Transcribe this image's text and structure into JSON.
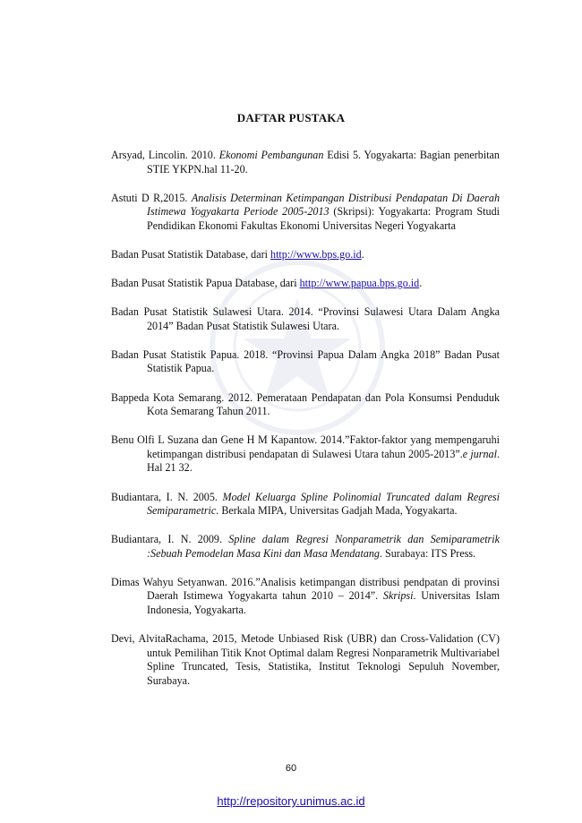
{
  "document": {
    "title": "DAFTAR PUSTAKA",
    "page_number": "60",
    "footer_link": "http://repository.unimus.ac.id"
  },
  "references": [
    {
      "before": "Arsyad, Lincolin. 2010. ",
      "italic": "Ekonomi Pembangunan",
      "after": " Edisi 5. Yogyakarta: Bagian penerbitan STIE YKPN.hal 11-20."
    },
    {
      "before": "Astuti D R,2015. ",
      "italic": "Analisis Determinan Ketimpangan Distribusi Pendapatan Di Daerah Istimewa Yogyakarta Periode 2005-2013",
      "after": " (Skripsi): Yogyakarta: Program Studi Pendidikan Ekonomi Fakultas Ekonomi Universitas Negeri Yogyakarta"
    },
    {
      "before": "Badan Pusat Statistik Database,  dari ",
      "link": "http://www.bps.go.id",
      "after": "."
    },
    {
      "before": "Badan Pusat Statistik Papua Database, dari ",
      "link": "http://www.papua.bps.go.id",
      "after": "."
    },
    {
      "before": "Badan Pusat Statistik Sulawesi Utara. 2014. “Provinsi Sulawesi Utara Dalam Angka 2014” Badan Pusat Statistik Sulawesi Utara."
    },
    {
      "before": "Badan Pusat Statistik Papua. 2018. “Provinsi Papua Dalam Angka 2018” Badan Pusat Statistik Papua."
    },
    {
      "before": "Bappeda Kota Semarang. 2012. Pemerataan Pendapatan dan Pola Konsumsi Penduduk Kota Semarang Tahun 2011."
    },
    {
      "before": "Benu Olfi L Suzana dan Gene H M Kapantow. 2014.”Faktor-faktor yang mempengaruhi ketimpangan distribusi pendapatan di Sulawesi Utara tahun 2005-2013”.",
      "italic": "e jurnal",
      "after": ". Hal 21 32."
    },
    {
      "before": "Budiantara, I. N. 2005. ",
      "italic": "Model Keluarga Spline Polinomial Truncated dalam Regresi Semiparametric",
      "after": ". Berkala MIPA, Universitas Gadjah Mada, Yogyakarta."
    },
    {
      "before": "Budiantara, I. N. 2009. ",
      "italic": "Spline dalam Regresi Nonparametrik dan Semiparametrik :Sebuah Pemodelan Masa Kini dan Masa Mendatang",
      "after": ". Surabaya: ITS Press."
    },
    {
      "before": "Dimas Wahyu Setyanwan. 2016.”Analisis ketimpangan distribusi pendpatan di provinsi Daerah Istimewa Yogyakarta tahun 2010 – 2014”. ",
      "italic": "Skripsi",
      "after": ". Universitas Islam Indonesia, Yogyakarta."
    },
    {
      "before": "Devi, AlvitaRachama, 2015, Metode Unbiased Risk (UBR) dan Cross-Validation (CV) untuk Pemilihan Titik Knot Optimal dalam Regresi Nonparametrik Multivariabel Spline Truncated, Tesis, Statistika, Institut Teknologi Sepuluh November, Surabaya."
    }
  ]
}
